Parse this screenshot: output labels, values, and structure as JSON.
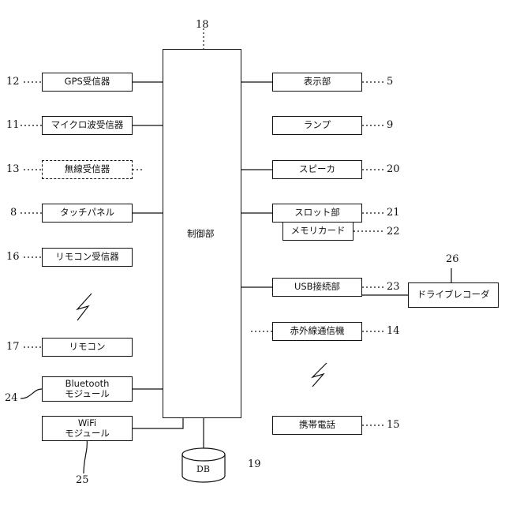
{
  "controller": {
    "label": "制御部",
    "ref": "18"
  },
  "left_blocks": [
    {
      "id": "gps",
      "label": "GPS受信器",
      "ref": "12"
    },
    {
      "id": "microwave",
      "label": "マイクロ波受信器",
      "ref": "11"
    },
    {
      "id": "wireless",
      "label": "無線受信器",
      "ref": "13"
    },
    {
      "id": "touch",
      "label": "タッチパネル",
      "ref": "8"
    },
    {
      "id": "remote-rx",
      "label": "リモコン受信器",
      "ref": "16"
    },
    {
      "id": "remote",
      "label": "リモコン",
      "ref": "17"
    },
    {
      "id": "bluetooth",
      "label": "Bluetooth",
      "label2": "モジュール",
      "ref": "24"
    },
    {
      "id": "wifi",
      "label": "WiFi",
      "label2": "モジュール",
      "ref": "25"
    }
  ],
  "right_blocks": [
    {
      "id": "display",
      "label": "表示部",
      "ref": "5"
    },
    {
      "id": "lamp",
      "label": "ランプ",
      "ref": "9"
    },
    {
      "id": "speaker",
      "label": "スピーカ",
      "ref": "20"
    },
    {
      "id": "slot",
      "label": "スロット部",
      "ref": "21"
    },
    {
      "id": "memory-card",
      "label": "メモリカード",
      "ref": "22"
    },
    {
      "id": "usb",
      "label": "USB接続部",
      "ref": "23"
    },
    {
      "id": "drive-recorder",
      "label": "ドライブレコーダ",
      "ref": "26"
    },
    {
      "id": "infrared",
      "label": "赤外線通信機",
      "ref": "14"
    },
    {
      "id": "phone",
      "label": "携帯電話",
      "ref": "15"
    }
  ],
  "database": {
    "label": "DB",
    "ref": "19"
  }
}
